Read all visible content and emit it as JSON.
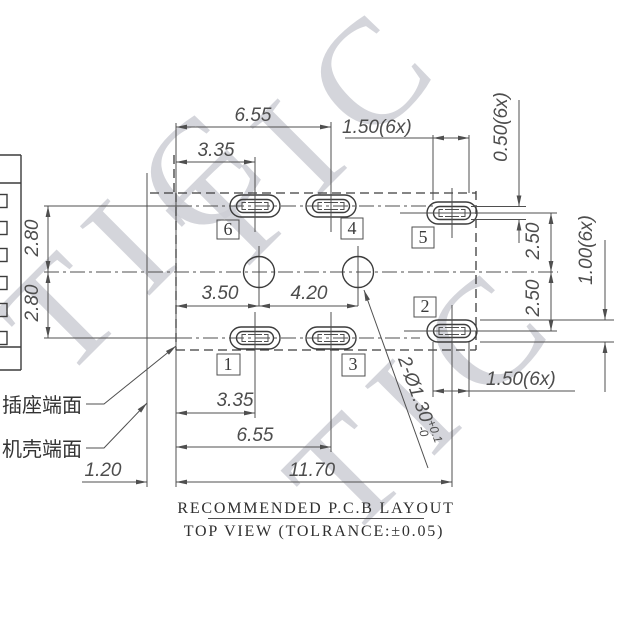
{
  "watermark": "TIC",
  "title": {
    "line1": "RECOMMENDED P.C.B LAYOUT",
    "line2": "TOP VIEW (TOLRANCE:±0.05)"
  },
  "annotations": {
    "socket_face": "插座端面",
    "housing_face": "机壳端面"
  },
  "hole_callout": {
    "count_dia": "2-Ø1.30",
    "tol_plus": "+0.1",
    "tol_minus": "-0"
  },
  "pads": {
    "p1": "1",
    "p2": "2",
    "p3": "3",
    "p4": "4",
    "p5": "5",
    "p6": "6"
  },
  "dims": {
    "top_width_full": "6.55",
    "top_width_half": "3.35",
    "pad_length_top": "1.50(6x)",
    "pad_slot_height": "0.50(6x)",
    "row_offset_upper": "2.50",
    "row_offset_lower": "2.50",
    "pad_height": "1.00(6x)",
    "pad_length_bottom": "1.50(6x)",
    "left_row_upper": "2.80",
    "left_row_lower": "2.80",
    "hole_from_edge": "3.50",
    "hole_pitch": "4.20",
    "bottom_width_half": "3.35",
    "bottom_width_full": "6.55",
    "edge_offset": "1.20",
    "total_width": "11.70"
  }
}
